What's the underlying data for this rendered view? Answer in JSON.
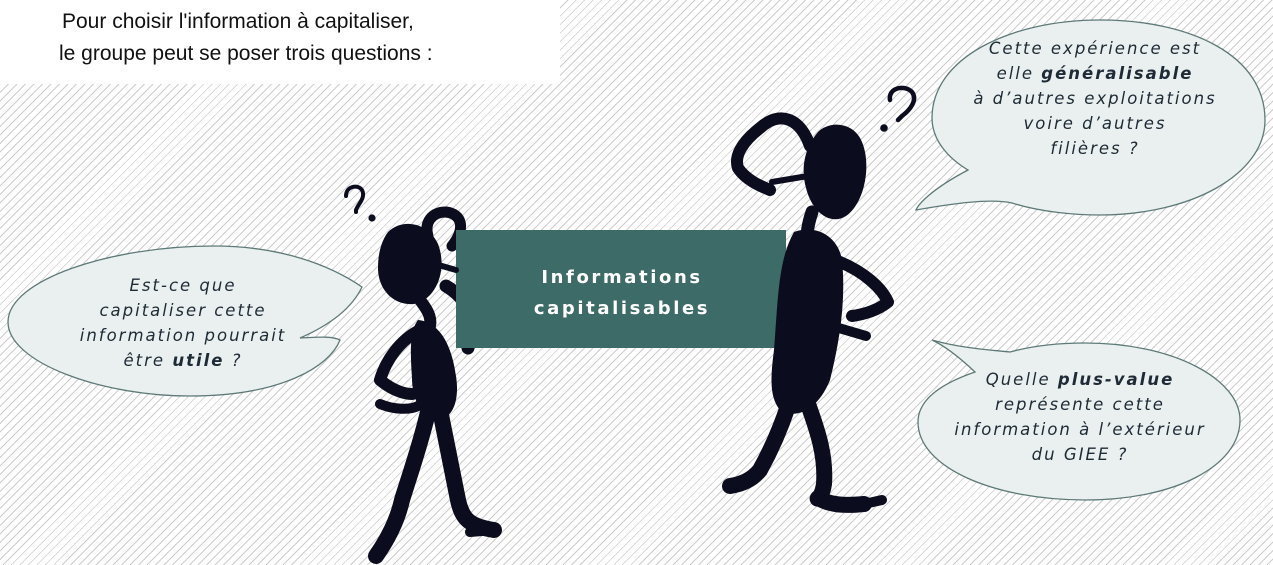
{
  "intro": {
    "line1": "Pour choisir l'information à capitaliser,",
    "line2": "le groupe peut se poser trois questions :"
  },
  "center_box": {
    "line1": "Informations",
    "line2": "capitalisables",
    "color": "#3d6b67"
  },
  "bubble_left": {
    "line1": "Est-ce que",
    "line2": "capitaliser cette",
    "line3": "information pourrait",
    "line4_pre": "être ",
    "line4_bold": "utile",
    "line4_post": " ?"
  },
  "bubble_top_right": {
    "line1": "Cette expérience est",
    "line2_pre": "elle ",
    "line2_bold": "généralisable",
    "line3": "à d’autres exploitations",
    "line4": "voire d’autres",
    "line5": "filières ?"
  },
  "bubble_bottom_right": {
    "line1_pre": "Quelle ",
    "line1_bold": "plus-value",
    "line2": "représente cette",
    "line3": "information à l’extérieur",
    "line4": "du GIEE ?"
  },
  "icons": [
    "thinking-figure-left",
    "thinking-figure-right",
    "question-mark",
    "speech-bubble"
  ],
  "colors": {
    "figure": "#0b0d1f",
    "bubble_fill": "#e9f0ef",
    "bubble_stroke": "#5e7a78",
    "hatch": "#cdcdcd"
  }
}
